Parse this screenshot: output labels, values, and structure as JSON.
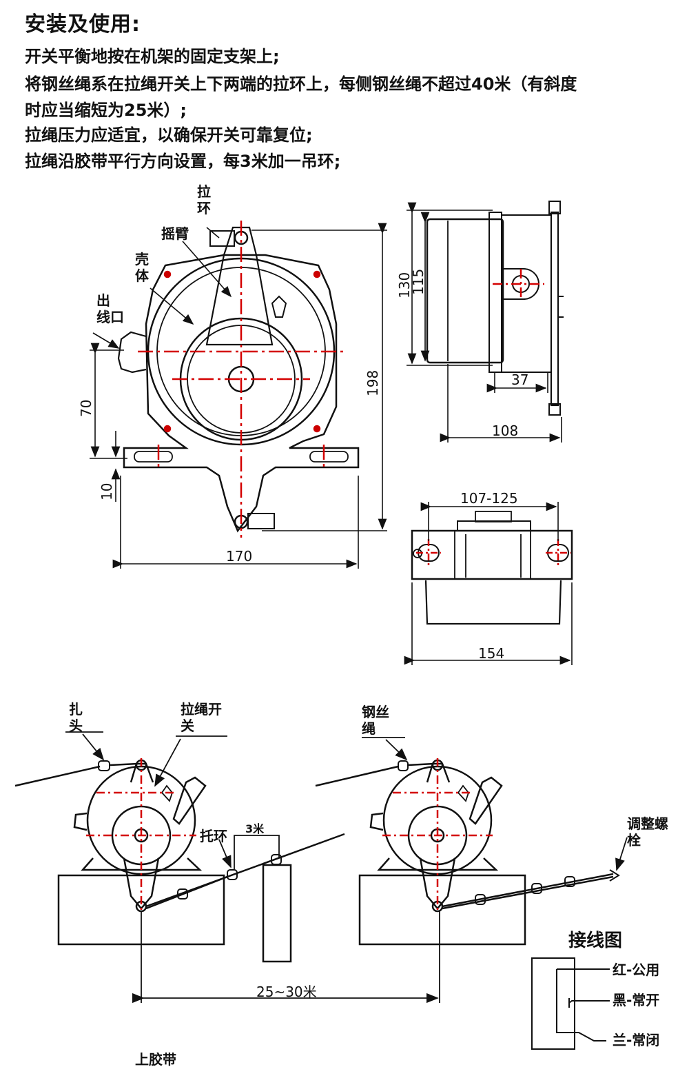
{
  "header": {
    "title": "安装及使用:",
    "lines": [
      "开关平衡地按在机架的固定支架上;",
      "将钢丝绳系在拉绳开关上下两端的拉环上，每侧钢丝绳不超过40米（有斜度",
      "时应当缩短为25米）;",
      "拉绳压力应适宜，以确保开关可靠复位;",
      "拉绳沿胶带平行方向设置，每3米加一吊环;"
    ]
  },
  "front_view": {
    "labels": {
      "pull_ring": "拉\n环",
      "rocker_arm": "摇臂",
      "housing": "壳\n体",
      "cable_outlet": "出\n线口"
    },
    "dims": {
      "width": "170",
      "height": "198",
      "mount_height": "70",
      "base_offset": "10"
    }
  },
  "side_view": {
    "dims": {
      "outer": "130",
      "inner": "115",
      "depth": "37",
      "total": "108"
    }
  },
  "bottom_view": {
    "dims": {
      "slot_span": "107-125",
      "width": "154"
    }
  },
  "installation": {
    "labels": {
      "clamp_head": "扎\n头",
      "pull_switch": "拉绳开\n关",
      "support_ring": "托环",
      "ring_spacing": "3米",
      "wire_rope": "钢丝\n绳",
      "adjust_bolt": "调整螺\n栓",
      "switch_spacing": "25~30米",
      "upper_belt": "上胶带"
    }
  },
  "wiring": {
    "title": "接线图",
    "wires": [
      "红-公用",
      "黑-常开",
      "兰-常闭"
    ]
  },
  "colors": {
    "line": "#111111",
    "centerline": "#d40000"
  }
}
